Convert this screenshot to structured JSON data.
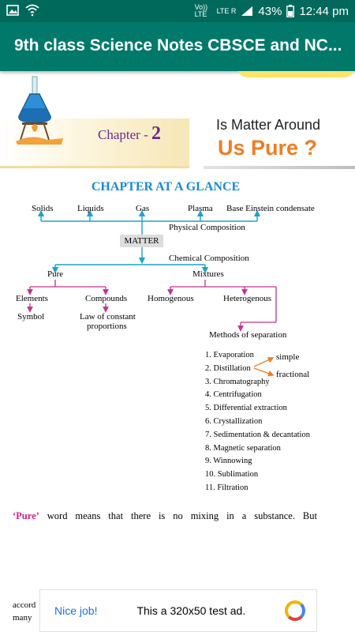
{
  "status_bar": {
    "volte": "Vo)) LTE",
    "lte": "LTE R",
    "battery": "43%",
    "time": "12:44 pm"
  },
  "app_bar": {
    "title": "9th class Science Notes CBSCE and NC..."
  },
  "header": {
    "chapter_label": "Chapter - ",
    "chapter_num": "2",
    "title_line1": "Is Matter Around",
    "title_line2": "Us Pure ?"
  },
  "chart": {
    "heading": "CHAPTER AT A GLANCE",
    "top_items": [
      "Solids",
      "Liquids",
      "Gas",
      "Plasma",
      "Base Einstein condensate"
    ],
    "physical_composition": "Physical Composition",
    "matter": "MATTER",
    "chemical_composition": "Chemical Composition",
    "pure": "Pure",
    "mixtures": "Mixtures",
    "elements": "Elements",
    "compounds": "Compounds",
    "homogenous": "Homogenous",
    "heterogenous": "Heterogenous",
    "symbol": "Symbol",
    "law1": "Law of constant",
    "law2": "proportions",
    "methods": "Methods of separation",
    "list": [
      "1. Evaporation",
      "2. Distillation",
      "3. Chromatography",
      "4. Centrifugation",
      "5. Differential extraction",
      "6. Crystallization",
      "7. Sedimentation & decantation",
      "8. Magnetic separation",
      "9. Winnowing",
      "10. Sublimation",
      "11. Filtration"
    ],
    "simple": "simple",
    "fractional": "fractional"
  },
  "body": {
    "pure_word": "‘Pure’",
    "paragraph": "word means that there is no mixing in a substance. But",
    "accord": "accord",
    "many": "many"
  },
  "ad": {
    "nice_job": "Nice job!",
    "message": "This a 320x50 test ad."
  },
  "colors": {
    "status_bar": "#00695c",
    "app_bar": "#00796b",
    "cyan_line": "#1fa3c8",
    "magenta_line": "#c2338e",
    "orange_accent": "#ef7d22",
    "purple": "#6b2a8c"
  }
}
